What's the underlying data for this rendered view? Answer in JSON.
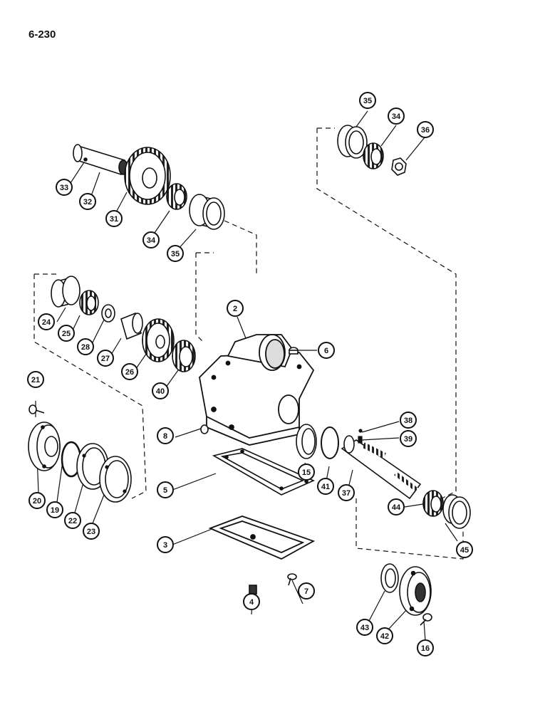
{
  "page_ref": "6-230",
  "colors": {
    "ink": "#111111",
    "paper": "#ffffff",
    "shade": "#555555"
  },
  "callouts": [
    {
      "id": "c2",
      "label": "2"
    },
    {
      "id": "c3",
      "label": "3"
    },
    {
      "id": "c4",
      "label": "4"
    },
    {
      "id": "c5",
      "label": "5"
    },
    {
      "id": "c6",
      "label": "6"
    },
    {
      "id": "c7",
      "label": "7"
    },
    {
      "id": "c8",
      "label": "8"
    },
    {
      "id": "c15",
      "label": "15"
    },
    {
      "id": "c16",
      "label": "16"
    },
    {
      "id": "c19",
      "label": "19"
    },
    {
      "id": "c20",
      "label": "20"
    },
    {
      "id": "c21",
      "label": "21"
    },
    {
      "id": "c22",
      "label": "22"
    },
    {
      "id": "c23",
      "label": "23"
    },
    {
      "id": "c24",
      "label": "24"
    },
    {
      "id": "c25",
      "label": "25"
    },
    {
      "id": "c26",
      "label": "26"
    },
    {
      "id": "c27",
      "label": "27"
    },
    {
      "id": "c28",
      "label": "28"
    },
    {
      "id": "c31",
      "label": "31"
    },
    {
      "id": "c32",
      "label": "32"
    },
    {
      "id": "c33",
      "label": "33"
    },
    {
      "id": "c34a",
      "label": "34"
    },
    {
      "id": "c34b",
      "label": "34"
    },
    {
      "id": "c35a",
      "label": "35"
    },
    {
      "id": "c35b",
      "label": "35"
    },
    {
      "id": "c36",
      "label": "36"
    },
    {
      "id": "c37",
      "label": "37"
    },
    {
      "id": "c38",
      "label": "38"
    },
    {
      "id": "c39",
      "label": "39"
    },
    {
      "id": "c40",
      "label": "40"
    },
    {
      "id": "c41",
      "label": "41"
    },
    {
      "id": "c42",
      "label": "42"
    },
    {
      "id": "c43",
      "label": "43"
    },
    {
      "id": "c44",
      "label": "44"
    },
    {
      "id": "c45",
      "label": "45"
    }
  ]
}
